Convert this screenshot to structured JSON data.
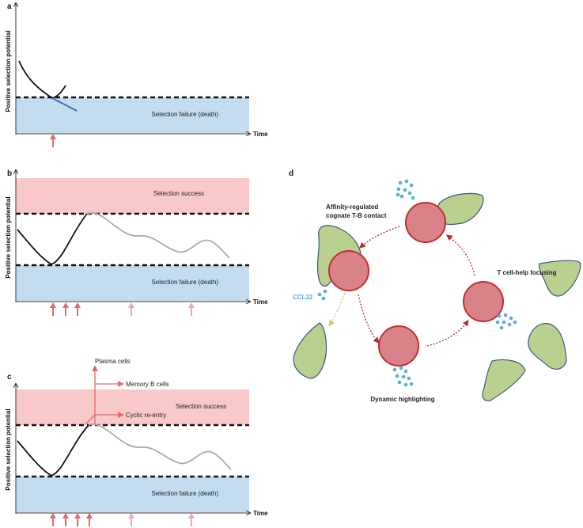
{
  "panels": {
    "a": {
      "label": "a",
      "y_axis_label": "Positive selection potential",
      "x_axis_label": "Time",
      "failure_label": "Selection failure (death)"
    },
    "b": {
      "label": "b",
      "y_axis_label": "Positive selection potential",
      "x_axis_label": "Time",
      "success_label": "Selection success",
      "failure_label": "Selection failure (death)"
    },
    "c": {
      "label": "c",
      "y_axis_label": "Positive selection potential",
      "x_axis_label": "Time",
      "success_label": "Selection success",
      "failure_label": "Selection failure (death)",
      "outcomes": [
        "Plasma cells",
        "Memory B cells",
        "Cyclic re-entry"
      ]
    },
    "d": {
      "label": "d",
      "ccl22": "CCL22",
      "steps": [
        "Affinity-regulated cognate T-B contact",
        "T cell-help focusing",
        "Dynamic highlighting"
      ]
    }
  },
  "colors": {
    "success_band": "#f9c8c8",
    "failure_band": "#c3dcf0",
    "arrow_strong": "#e06b6b",
    "arrow_faint": "#f0a8a8",
    "b_cell": "#d9828a",
    "b_cell_border": "#c0302f",
    "t_cell": "#b9d08f",
    "t_cell_border": "#3c5a78",
    "ccl22_dots": "#5aaed6"
  }
}
